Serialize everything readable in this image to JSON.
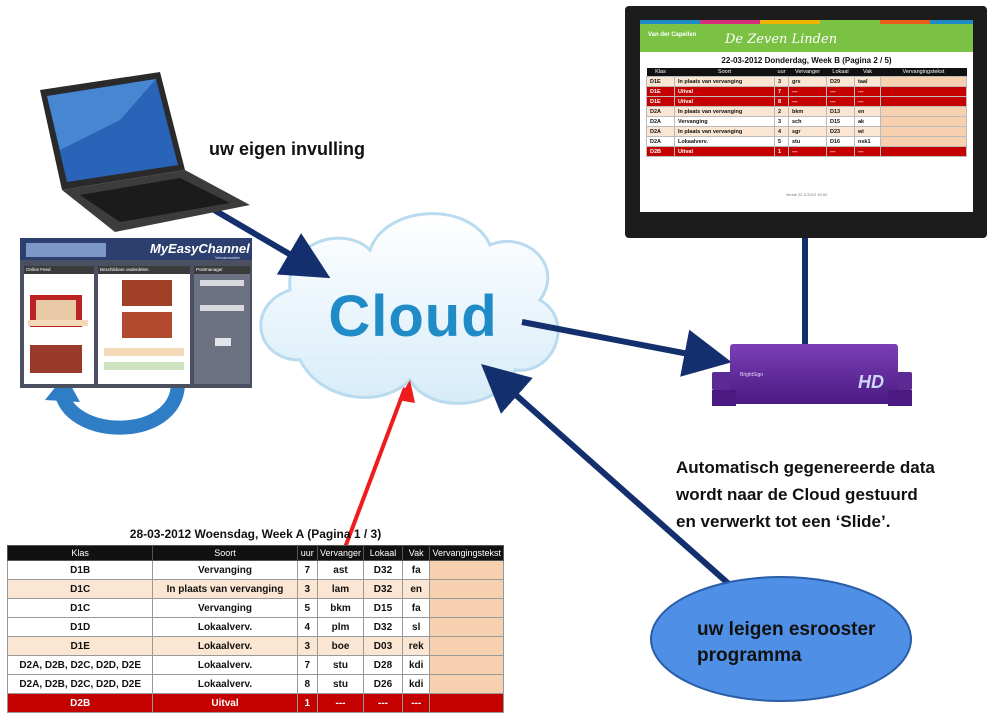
{
  "cloud": {
    "label": "Cloud"
  },
  "laptop_caption": "uw eigen invulling",
  "right_caption": [
    "Automatisch gegenereerde data",
    "wordt naar de Cloud gestuurd",
    "en verwerkt  tot een ‘Slide’."
  ],
  "bubble": [
    "uw leigen esrooster",
    "programma"
  ],
  "myeasychannel": {
    "brand": "MyEasyChannel",
    "sub": "Vervanrooster",
    "col1": "Online Feed",
    "col2": "Beschikbare onderdelen",
    "col3": "Postmanager"
  },
  "player": {
    "brand": "BrightSign",
    "model": "HD"
  },
  "monitor": {
    "school": "De Zeven Linden",
    "logo": "Van der Capellen",
    "date": "22-03-2012 Donderdag, Week B (Pagina 2 / 5)",
    "headers": [
      "Klas",
      "Soort",
      "uur",
      "Vervanger",
      "Lokaal",
      "Vak",
      "Vervangingstekst"
    ],
    "rows": [
      {
        "style": "alt",
        "cells": [
          "D1E",
          "In plaats van vervanging",
          "3",
          "grs",
          "D29",
          "taal",
          ""
        ]
      },
      {
        "style": "red",
        "cells": [
          "D1E",
          "Uitval",
          "7",
          "---",
          "---",
          "---",
          ""
        ]
      },
      {
        "style": "red",
        "cells": [
          "D1E",
          "Uitval",
          "8",
          "---",
          "---",
          "---",
          ""
        ]
      },
      {
        "style": "alt",
        "cells": [
          "D2A",
          "In plaats van vervanging",
          "2",
          "bkm",
          "D13",
          "en",
          ""
        ]
      },
      {
        "style": "plain",
        "cells": [
          "D2A",
          "Vervanging",
          "3",
          "sch",
          "D15",
          "ak",
          ""
        ]
      },
      {
        "style": "alt",
        "cells": [
          "D2A",
          "In plaats van vervanging",
          "4",
          "sgr",
          "D23",
          "wi",
          ""
        ]
      },
      {
        "style": "plain",
        "cells": [
          "D2A",
          "Lokaalverv.",
          "5",
          "stu",
          "D16",
          "nsk1",
          ""
        ]
      },
      {
        "style": "red",
        "cells": [
          "D2B",
          "Uitval",
          "1",
          "---",
          "---",
          "---",
          ""
        ]
      }
    ],
    "footer": "Versie 22-3-2012 15:00"
  },
  "table": {
    "title": "28-03-2012 Woensdag, Week A (Pagina 1 / 3)",
    "headers": [
      "Klas",
      "Soort",
      "uur",
      "Vervanger",
      "Lokaal",
      "Vak",
      "Vervangingstekst"
    ],
    "rows": [
      {
        "style": "plain",
        "cells": [
          "D1B",
          "Vervanging",
          "7",
          "ast",
          "D32",
          "fa",
          ""
        ]
      },
      {
        "style": "alt",
        "cells": [
          "D1C",
          "In plaats van vervanging",
          "3",
          "lam",
          "D32",
          "en",
          ""
        ]
      },
      {
        "style": "plain",
        "cells": [
          "D1C",
          "Vervanging",
          "5",
          "bkm",
          "D15",
          "fa",
          ""
        ]
      },
      {
        "style": "plain",
        "cells": [
          "D1D",
          "Lokaalverv.",
          "4",
          "plm",
          "D32",
          "sl",
          ""
        ]
      },
      {
        "style": "alt",
        "cells": [
          "D1E",
          "Lokaalverv.",
          "3",
          "boe",
          "D03",
          "rek",
          ""
        ]
      },
      {
        "style": "plain",
        "cells": [
          "D2A, D2B, D2C, D2D, D2E",
          "Lokaalverv.",
          "7",
          "stu",
          "D28",
          "kdi",
          ""
        ]
      },
      {
        "style": "plain",
        "cells": [
          "D2A, D2B, D2C, D2D, D2E",
          "Lokaalverv.",
          "8",
          "stu",
          "D26",
          "kdi",
          ""
        ]
      },
      {
        "style": "red",
        "cells": [
          "D2B",
          "Uitval",
          "1",
          "---",
          "---",
          "---",
          ""
        ]
      }
    ]
  },
  "colors": {
    "arrow_blue": "#142f6e",
    "arrow_red": "#ee1c1c",
    "cloud_text": "#1f8cc8",
    "bubble_fill": "#4f8fe6",
    "row_red": "#c40000",
    "row_peach": "#fbe5d3"
  }
}
